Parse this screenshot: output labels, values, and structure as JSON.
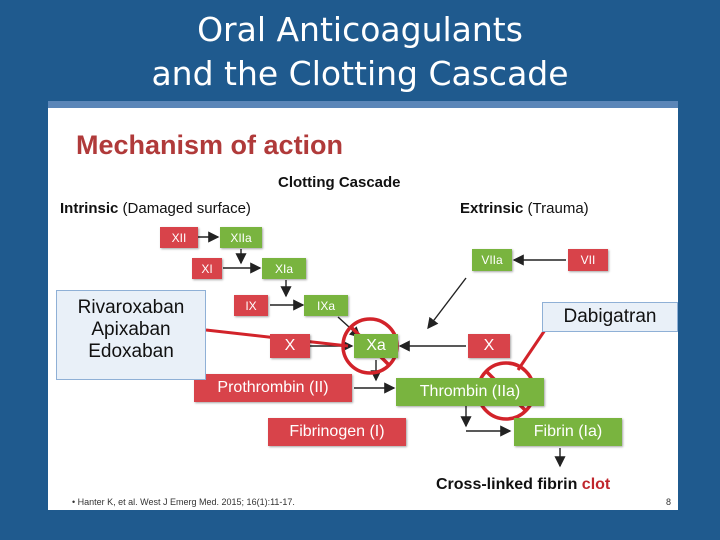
{
  "title": {
    "line1": "Oral Anticoagulants",
    "line2": "and the Clotting Cascade"
  },
  "panel": {
    "heading": "Mechanism of action",
    "subheading": "Clotting Cascade",
    "intrinsic": {
      "bold": "Intrinsic",
      "rest": " (Damaged surface)"
    },
    "extrinsic": {
      "bold": "Extrinsic",
      "rest": " (Trauma)"
    },
    "factors": {
      "xii": "XII",
      "xiia": "XIIa",
      "xi": "XI",
      "xia": "XIa",
      "ix": "IX",
      "ixa": "IXa",
      "x_left": "X",
      "xa": "Xa",
      "x_right": "X",
      "viia": "VIIa",
      "vii": "VII",
      "prothrombin": "Prothrombin (II)",
      "thrombin": "Thrombin (IIa)",
      "fibrinogen": "Fibrinogen (I)",
      "fibrin": "Fibrin (Ia)"
    },
    "drugs_xa": [
      "Rivaroxaban",
      "Apixaban",
      "Edoxaban"
    ],
    "drug_thrombin": "Dabigatran",
    "final": {
      "bold": "Cross-linked fibrin ",
      "clot": "clot"
    },
    "citation": "•  Hanter K, et al. West J Emerg Med. 2015; 16(1):11-17.",
    "page_number": "8"
  },
  "colors": {
    "background": "#1f5a8e",
    "factor_red": "#d8434a",
    "factor_green": "#79b43f",
    "inhibit_red": "#d2232a",
    "heading_red": "#b03a3a"
  }
}
